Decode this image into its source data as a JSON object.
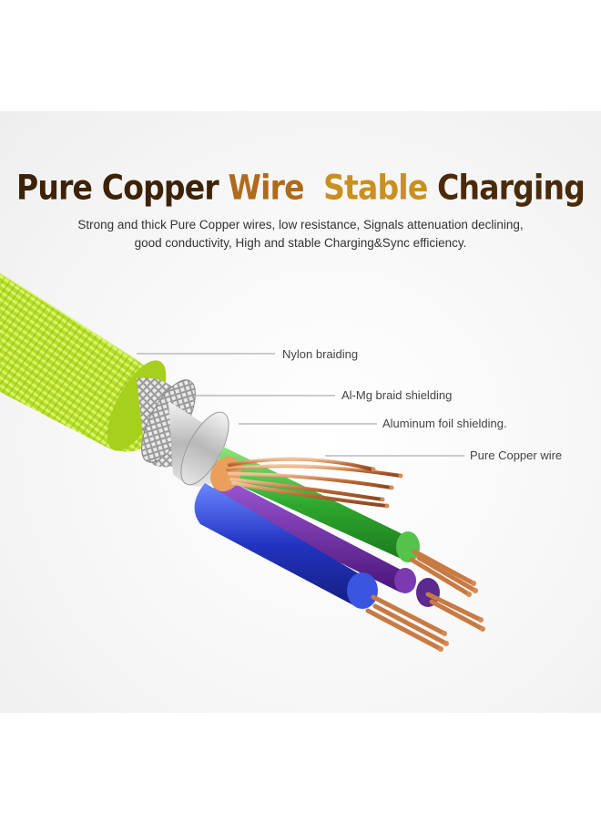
{
  "heading": {
    "part1": "Pure Copper",
    "part2": "Wire",
    "part3": "Stable",
    "part4": "Charging"
  },
  "description": {
    "line1": "Strong and thick Pure Copper wires, low resistance, Signals attenuation declining,",
    "line2": "good conductivity, High and stable Charging&Sync efficiency."
  },
  "callouts": [
    {
      "label": "Nylon braiding"
    },
    {
      "label": "Al-Mg braid shielding"
    },
    {
      "label": "Aluminum foil shielding."
    },
    {
      "label": "Pure Copper wire"
    }
  ],
  "colors": {
    "braid": "#b8e02a",
    "copper": "#c8763f",
    "wire_green": "#33b43c",
    "wire_blue": "#2c3fc8",
    "wire_purple": "#6a2a9a"
  }
}
